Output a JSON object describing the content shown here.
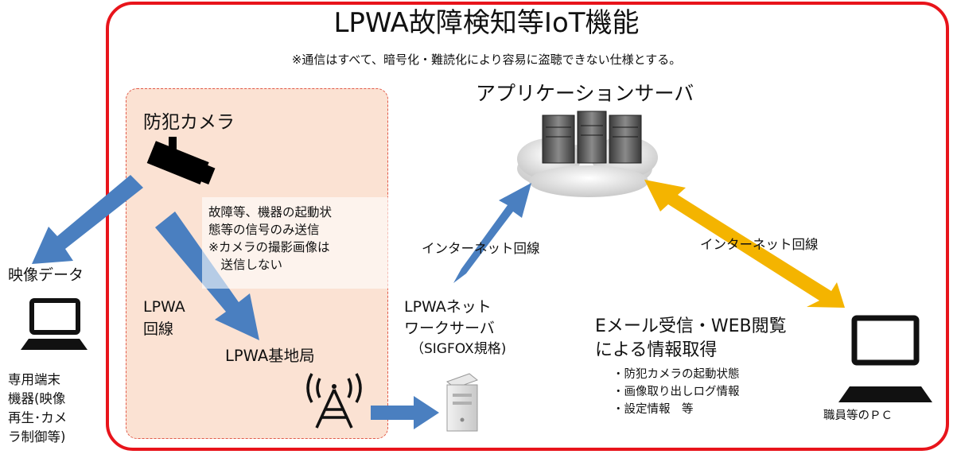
{
  "title": "LPWA故障検知等IoT機能",
  "note": "※通信はすべて、暗号化・難読化により容易に盗聴できない仕様とする。",
  "app_server": {
    "label": "アプリケーションサーバ",
    "icon": "server-cloud-icon"
  },
  "camera": {
    "label": "防犯カメラ",
    "icon": "security-camera-icon"
  },
  "signal_note": "故障等、機器の起動状\n態等の信号のみ送信\n※カメラの撮影画像は\n　送信しない",
  "lpwa_line": "LPWA\n回線",
  "base_station": {
    "label": "LPWA基地局",
    "icon": "antenna-tower-icon"
  },
  "video_data": "映像データ",
  "dedicated_terminal": {
    "label": "専用端末\n機器(映像\n再生･カメ\nラ制御等)",
    "icon": "laptop-icon"
  },
  "internet_left": "インターネット回線",
  "internet_right": "インターネット回線",
  "network_server": {
    "label": "LPWAネット\nワークサーバ",
    "standard": "（SIGFOX規格)",
    "icon": "server-icon"
  },
  "info": {
    "title": "Eメール受信・WEB閲覧\nによる情報取得",
    "items": "・防犯カメラの起動状態\n・画像取り出しログ情報\n・設定情報　等"
  },
  "staff_pc": {
    "label": "職員等のＰＣ",
    "icon": "laptop-icon"
  },
  "colors": {
    "frame": "#e8141b",
    "zone": "#fbe2d3",
    "blue_arrow": "#4a7fc0",
    "yellow_arrow": "#f4b400"
  }
}
